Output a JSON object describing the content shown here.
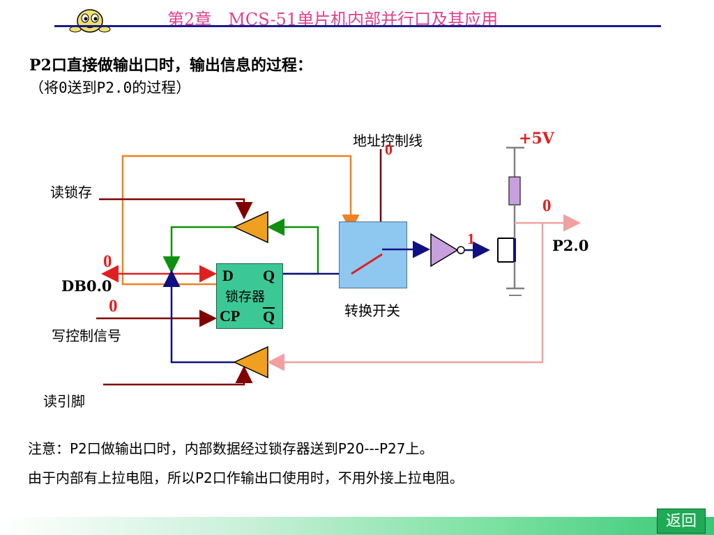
{
  "header": {
    "title": "第2章　MCS-51单片机内部并行口及其应用"
  },
  "heading": "P2口直接做输出口时，输出信息的过程：",
  "subheading": "（将0送到P2.0的过程）",
  "diagram": {
    "read_latch": "读锁存",
    "db": "DB0.0",
    "write_ctrl": "写控制信号",
    "read_pin": "读引脚",
    "addr_ctrl": "地址控制线",
    "switch": "转换开关",
    "vcc": "+5V",
    "pin": "P2.0",
    "latch": {
      "d": "D",
      "q": "Q",
      "name": "锁存器",
      "cp": "CP",
      "qbar": "Q"
    },
    "values": {
      "db_value": "0",
      "write_value": "0",
      "addr_value": "0",
      "inverter_out": "1",
      "pin_value": "0"
    }
  },
  "notes": [
    "注意：P2口做输出口时，内部数据经过锁存器送到P20---P27上。",
    "由于内部有上拉电阻，所以P2口作输出口使用时，不用外接上拉电阻。"
  ],
  "footer": {
    "return_label": "返回"
  },
  "colors": {
    "title": "#e0408c",
    "rule": "#1a1a8a",
    "red": "#e02020",
    "orange": "#f08020",
    "green": "#109010",
    "navy": "#101080",
    "maroon": "#800000",
    "pink": "#f0a0a0",
    "latch_fill": "#3cc896",
    "switch_fill": "#8ec8f0",
    "resistor": "#c8a0e0"
  }
}
